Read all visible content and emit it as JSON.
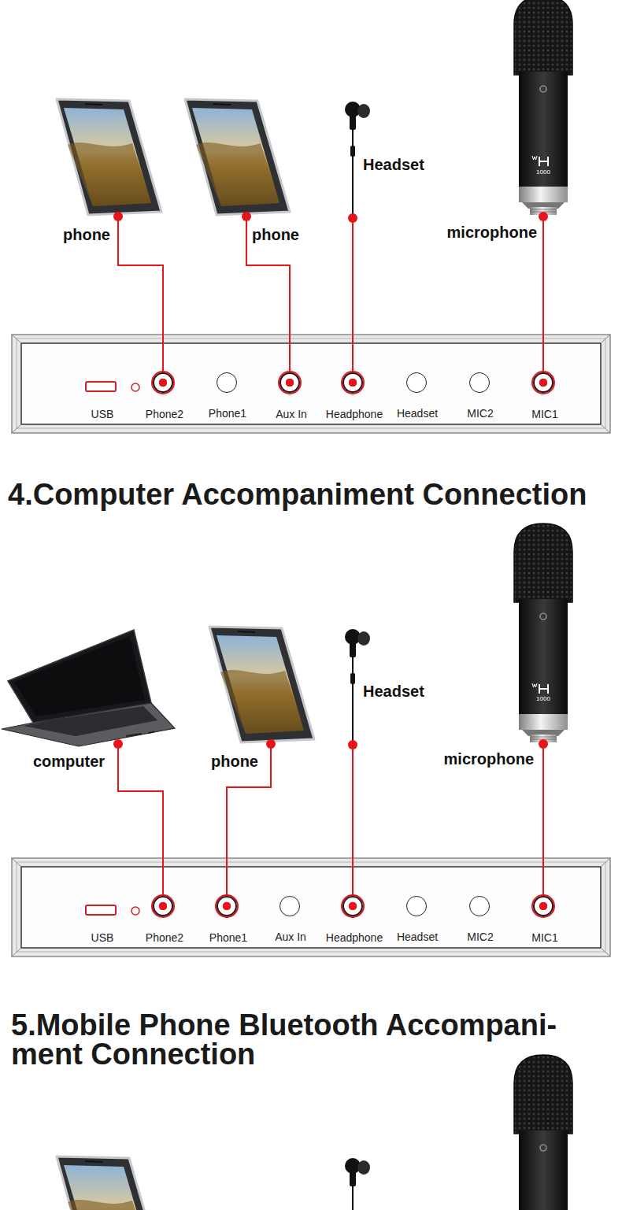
{
  "diagram": {
    "nodes": [
      {
        "text": [
          "phone"
        ]
      },
      {
        "text": [
          "phone"
        ]
      },
      {
        "text": [
          "Headset"
        ]
      },
      {
        "text": [
          "microphone"
        ]
      },
      {
        "text": [
          "USB"
        ]
      },
      {
        "text": [
          "Phone2"
        ]
      },
      {
        "text": [
          "Phone1"
        ]
      },
      {
        "text": [
          "Aux In"
        ]
      },
      {
        "text": [
          "Headphone"
        ]
      },
      {
        "text": [
          "Headset"
        ]
      },
      {
        "text": [
          "MIC2"
        ]
      },
      {
        "text": [
          "MIC1"
        ]
      },
      {
        "text": [
          "computer"
        ]
      },
      {
        "text": [
          "phone"
        ]
      },
      {
        "text": [
          "Headset"
        ]
      },
      {
        "text": [
          "microphone"
        ]
      },
      {
        "text": [
          "USB"
        ]
      },
      {
        "text": [
          "Phone2"
        ]
      },
      {
        "text": [
          "Phone1"
        ]
      },
      {
        "text": [
          "Aux In"
        ]
      },
      {
        "text": [
          "Headphone"
        ]
      },
      {
        "text": [
          "Headset"
        ]
      },
      {
        "text": [
          "MIC2"
        ]
      },
      {
        "text": [
          "MIC1"
        ]
      }
    ],
    "edges": [
      {
        "from": 0,
        "to": 5,
        "arrow": "none"
      },
      {
        "from": 1,
        "to": 7,
        "arrow": "none"
      },
      {
        "from": 2,
        "to": 8,
        "arrow": "none"
      },
      {
        "from": 3,
        "to": 11,
        "arrow": "none"
      },
      {
        "from": 12,
        "to": 17,
        "arrow": "none"
      },
      {
        "from": 13,
        "to": 18,
        "arrow": "none"
      },
      {
        "from": 14,
        "to": 20,
        "arrow": "none"
      },
      {
        "from": 15,
        "to": 23,
        "arrow": "none"
      }
    ],
    "labels": [
      "1000",
      "4.Computer Accompaniment Connection",
      "1000",
      "5.Mobile Phone Bluetooth Accompani- ment Connection"
    ]
  }
}
